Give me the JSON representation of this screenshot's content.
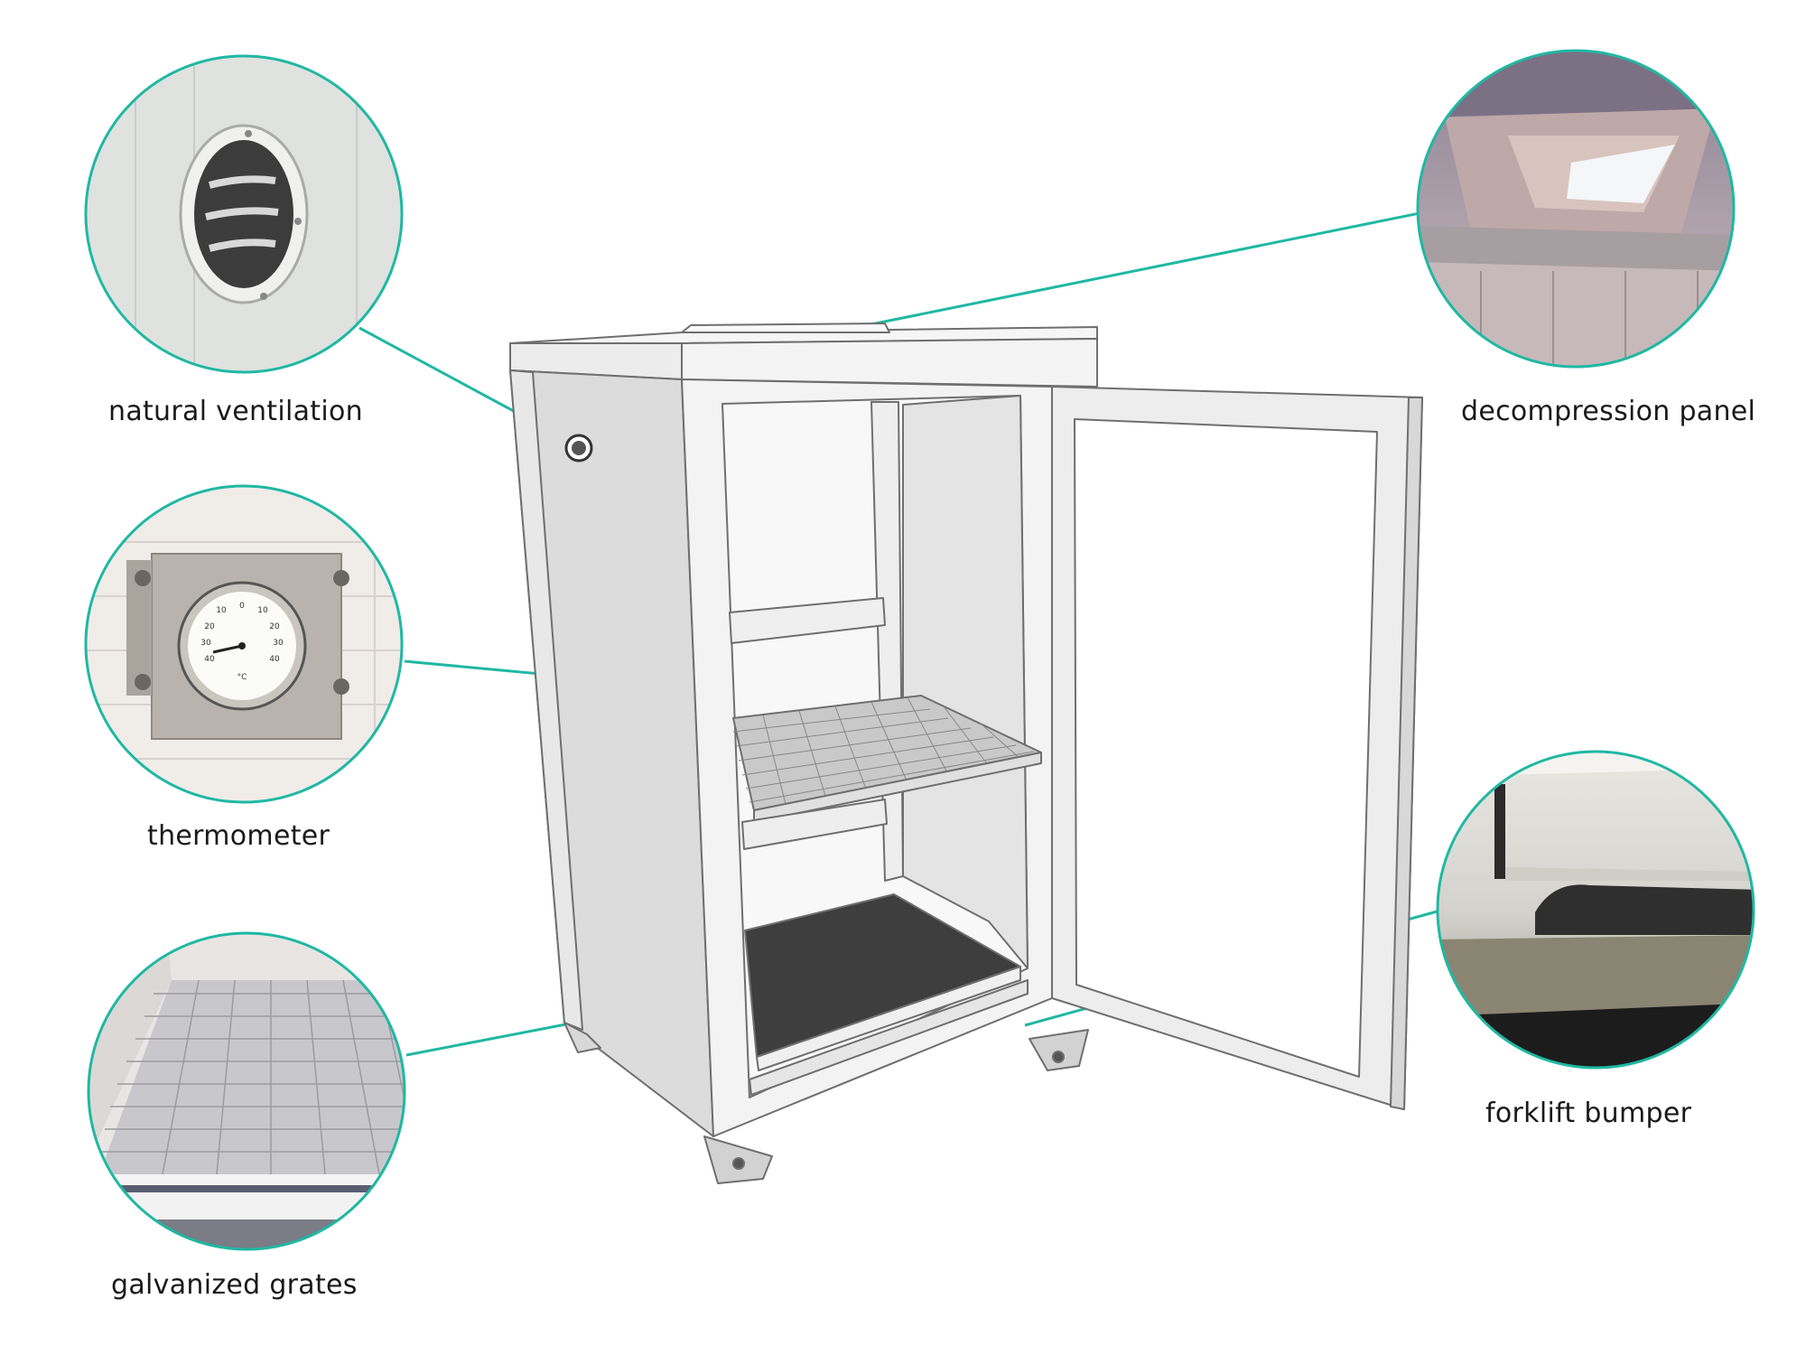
{
  "callouts": {
    "natural_ventilation": {
      "label": "natural ventilation",
      "icon": "ventilation-grille-photo"
    },
    "thermometer": {
      "label": "thermometer",
      "icon": "thermometer-dial-photo"
    },
    "galvanized_grates": {
      "label": "galvanized grates",
      "icon": "grate-floor-photo"
    },
    "decompression_panel": {
      "label": "decompression panel",
      "icon": "skylight-panel-photo"
    },
    "forklift_bumper": {
      "label": "forklift bumper",
      "icon": "bumper-photo"
    }
  },
  "colors": {
    "accent_teal": "#1fb8a3",
    "cabinet_fill": "#f3f3f3",
    "cabinet_side": "#dcdcdc",
    "cabinet_outline": "#6f6f6f",
    "sump_dark": "#3e3e3e"
  },
  "thermometer_scale": [
    "10",
    "0",
    "10",
    "20",
    "20",
    "30",
    "30",
    "40",
    "40",
    "°C"
  ]
}
